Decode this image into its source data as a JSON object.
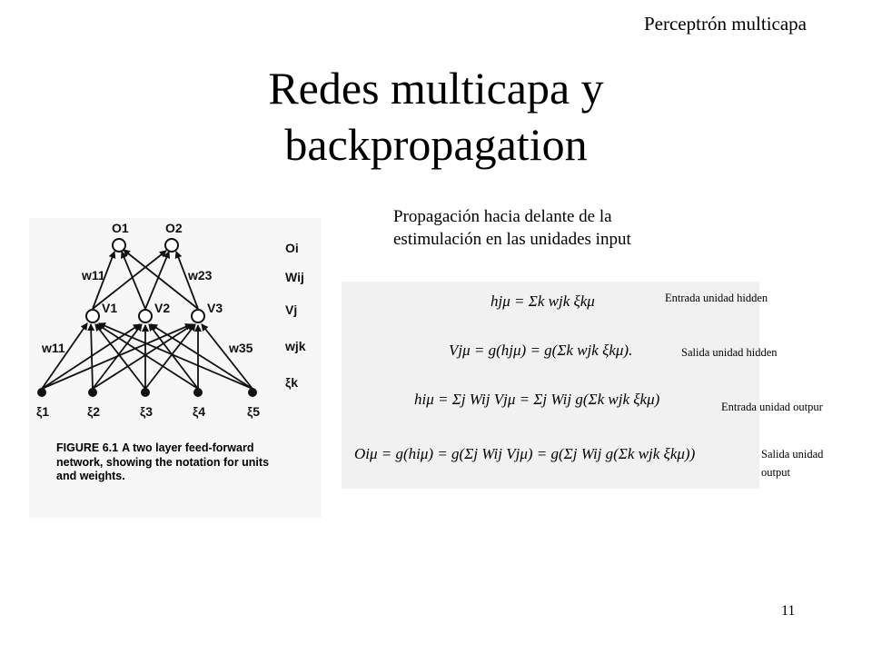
{
  "slide": {
    "section_label": "Perceptrón multicapa",
    "title_line1": "Redes multicapa y",
    "title_line2": "backpropagation",
    "subtitle_line1": "Propagación hacia delante de la",
    "subtitle_line2": "estimulación en las unidades input",
    "page_number": "11"
  },
  "figure": {
    "output_nodes": [
      "O1",
      "O2"
    ],
    "hidden_nodes": [
      "V1",
      "V2",
      "V3"
    ],
    "input_nodes": [
      "ξ1",
      "ξ2",
      "ξ3",
      "ξ4",
      "ξ5"
    ],
    "weight_labels": [
      "w11",
      "w23",
      "w11",
      "w35"
    ],
    "legend": [
      "Oi",
      "Wij",
      "Vj",
      "wjk",
      "ξk"
    ],
    "caption_label": "FIGURE 6.1",
    "caption_text": "A two layer feed-forward network, showing the notation for units and weights."
  },
  "equations": [
    {
      "formula": "hjμ = Σk wjk ξkμ",
      "note": "Entrada unidad hidden"
    },
    {
      "formula": "Vjμ = g(hjμ) = g(Σk wjk ξkμ).",
      "note": "Salida unidad hidden"
    },
    {
      "formula": "hiμ = Σj Wij Vjμ = Σj Wij g(Σk wjk ξkμ)",
      "note": "Entrada unidad outpur"
    },
    {
      "formula": "Oiμ = g(hiμ) = g(Σj Wij Vjμ) = g(Σj Wij g(Σk wjk ξkμ))",
      "note": "Salida unidad output"
    }
  ]
}
